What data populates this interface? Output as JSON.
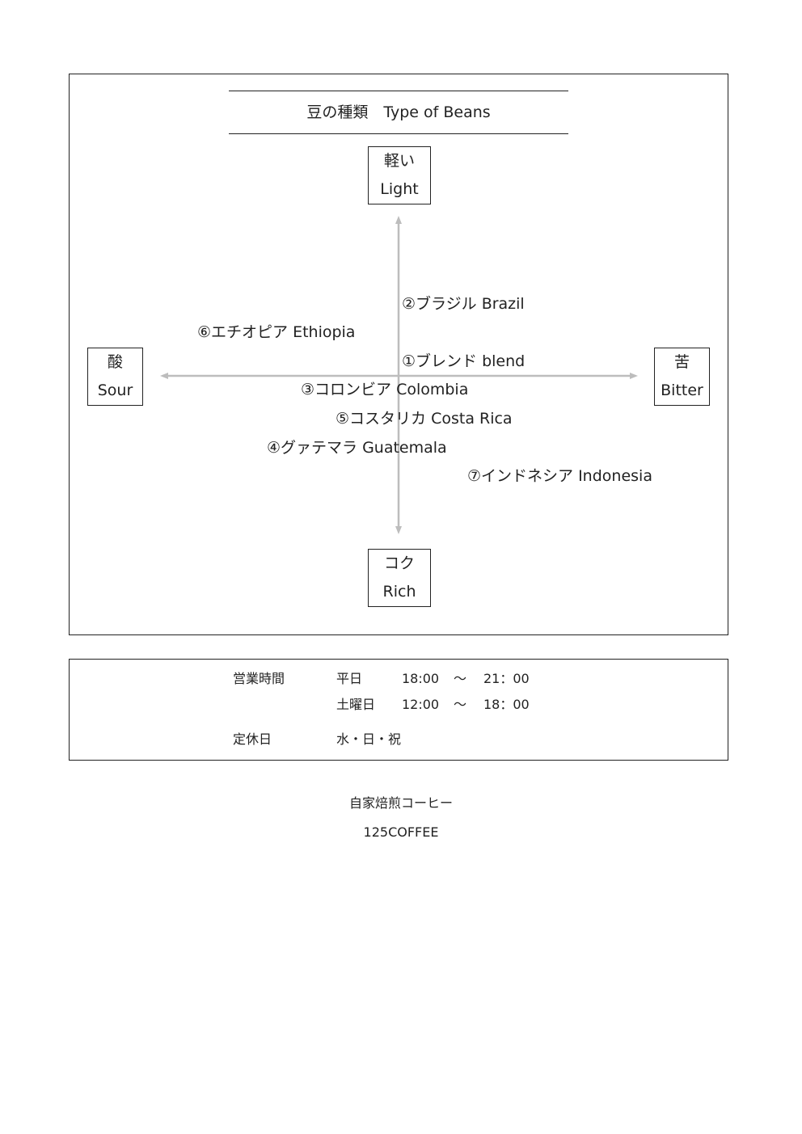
{
  "title": "豆の種類　Type of Beans",
  "axes": {
    "top": {
      "ja": "軽い",
      "en": "Light"
    },
    "bottom": {
      "ja": "コク",
      "en": "Rich"
    },
    "left": {
      "ja": "酸",
      "en": "Sour"
    },
    "right": {
      "ja": "苦",
      "en": "Bitter"
    }
  },
  "beans": [
    "①ブレンド blend",
    "②ブラジル Brazil",
    "③コロンビア Colombia",
    "④グァテマラ Guatemala",
    "⑤コスタリカ Costa Rica",
    "⑥エチオピア Ethiopia",
    "⑦インドネシア Indonesia"
  ],
  "hours": {
    "label": "営業時間",
    "rows": [
      {
        "day": "平日",
        "open": "18:00",
        "sep": "～",
        "close": "21：00"
      },
      {
        "day": "土曜日",
        "open": "12:00",
        "sep": "～",
        "close": "18：00"
      }
    ],
    "closed_label": "定休日",
    "closed_days": "水・日・祝"
  },
  "footer": {
    "tagline": "自家焙煎コーヒー",
    "shop_name": "125COFFEE"
  },
  "colors": {
    "axis": "#bdbdbd",
    "border": "#222222"
  }
}
